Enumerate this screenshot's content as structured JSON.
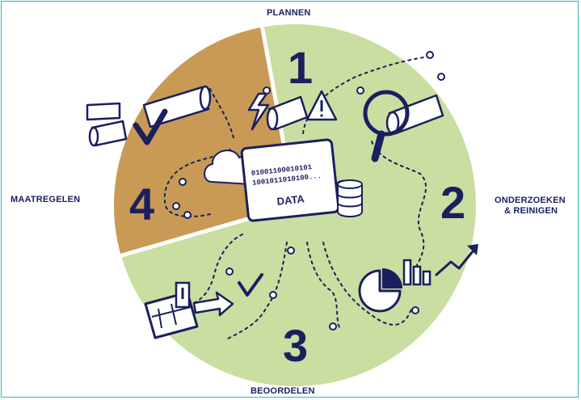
{
  "phases": {
    "plannen": "PLANNEN",
    "onderzoeken_line1": "ONDERZOEKEN",
    "onderzoeken_line2": "& REINIGEN",
    "beoordelen": "BEOORDELEN",
    "maatregelen": "MAATREGELEN"
  },
  "numbers": [
    "1",
    "2",
    "3",
    "4"
  ],
  "tablet": {
    "binary_line1": "01001100010101",
    "binary_line2": "1001011010100...",
    "label": "DATA"
  },
  "colors": {
    "green": "#c9deA0",
    "brown": "#c89a55",
    "navy": "#1b1f5e",
    "frame": "#2bb3d6"
  },
  "icons": [
    "pipe-icon",
    "lightning-icon",
    "warning-icon",
    "magnifier-icon",
    "chart-icon",
    "trend-arrow-icon",
    "checkmark-icon",
    "document-icon",
    "arrow-icon",
    "cloud-icon",
    "database-icon",
    "tablet-icon"
  ]
}
